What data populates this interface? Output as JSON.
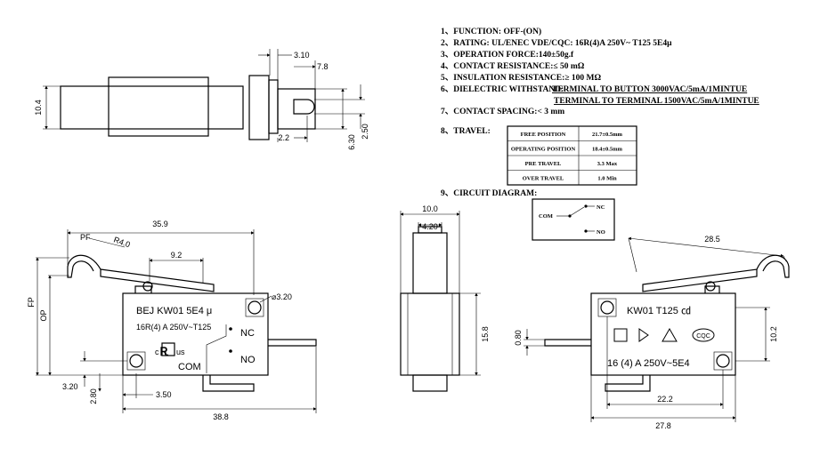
{
  "specs": {
    "function": "1、FUNCTION: OFF-(ON)",
    "rating": "2、RATING: UL/ENEC VDE/CQC: 16R(4)A 250V~ T125 5E4μ",
    "force": "3、OPERATION FORCE:140±50g.f",
    "contact_res": "4、CONTACT RESISTANCE:≤ 50 mΩ",
    "insulation": "5、INSULATION RESISTANCE:≥ 100 MΩ",
    "dielectric_label": "6、DIELECTRIC WITHSTAND:",
    "dielectric_1": "TERMINAL TO BUTTON 3000VAC/5mA/1MINTUE",
    "dielectric_2": "TERMINAL TO TERMINAL 1500VAC/5mA/1MINTUE",
    "spacing": "7、CONTACT SPACING:< 3 mm",
    "travel_label": "8、TRAVEL:",
    "circuit_label": "9、CIRCUIT DIAGRAM:"
  },
  "travel_table": [
    {
      "name": "FREE POSITION",
      "value": "21.7±0.5mm"
    },
    {
      "name": "OPERATING POSITION",
      "value": "18.4±0.5mm"
    },
    {
      "name": "PRE TRAVEL",
      "value": "3.3 Max"
    },
    {
      "name": "OVER TRAVEL",
      "value": "1.0 Min"
    }
  ],
  "circuit": {
    "com": "COM",
    "nc": "NC",
    "no": "NO"
  },
  "top_view": {
    "d_10_4": "10.4",
    "d_3_10": "3.10",
    "d_7_8": "7.8",
    "d_2_2": "2.2",
    "d_6_30": "6.30",
    "d_2_50": "2.50"
  },
  "front_view": {
    "d_35_9": "35.9",
    "d_pf": "PF",
    "d_r4": "R4.0",
    "d_9_2": "9.2",
    "d_phi": "⌀3.20",
    "d_fp": "FP",
    "d_op": "OP",
    "d_3_20": "3.20",
    "d_2_80": "2.80",
    "d_3_50": "3.50",
    "d_38_8": "38.8",
    "marking_1": "BEJ KW01 5E4 μ",
    "marking_2": "16R(4) A 250V~T125",
    "nc": "NC",
    "no": "NO",
    "com": "COM",
    "c": "c",
    "us": "us"
  },
  "side_view": {
    "d_10_0": "10.0",
    "d_4_20": "4.20",
    "d_15_8": "15.8"
  },
  "back_view": {
    "d_28_5": "28.5",
    "d_0_80": "0.80",
    "d_10_2": "10.2",
    "d_22_2": "22.2",
    "d_27_8": "27.8",
    "marking_1": "KW01 T125 ㏅",
    "marking_2": "16 (4) A 250V~5E4",
    "cqc": "CQC"
  }
}
